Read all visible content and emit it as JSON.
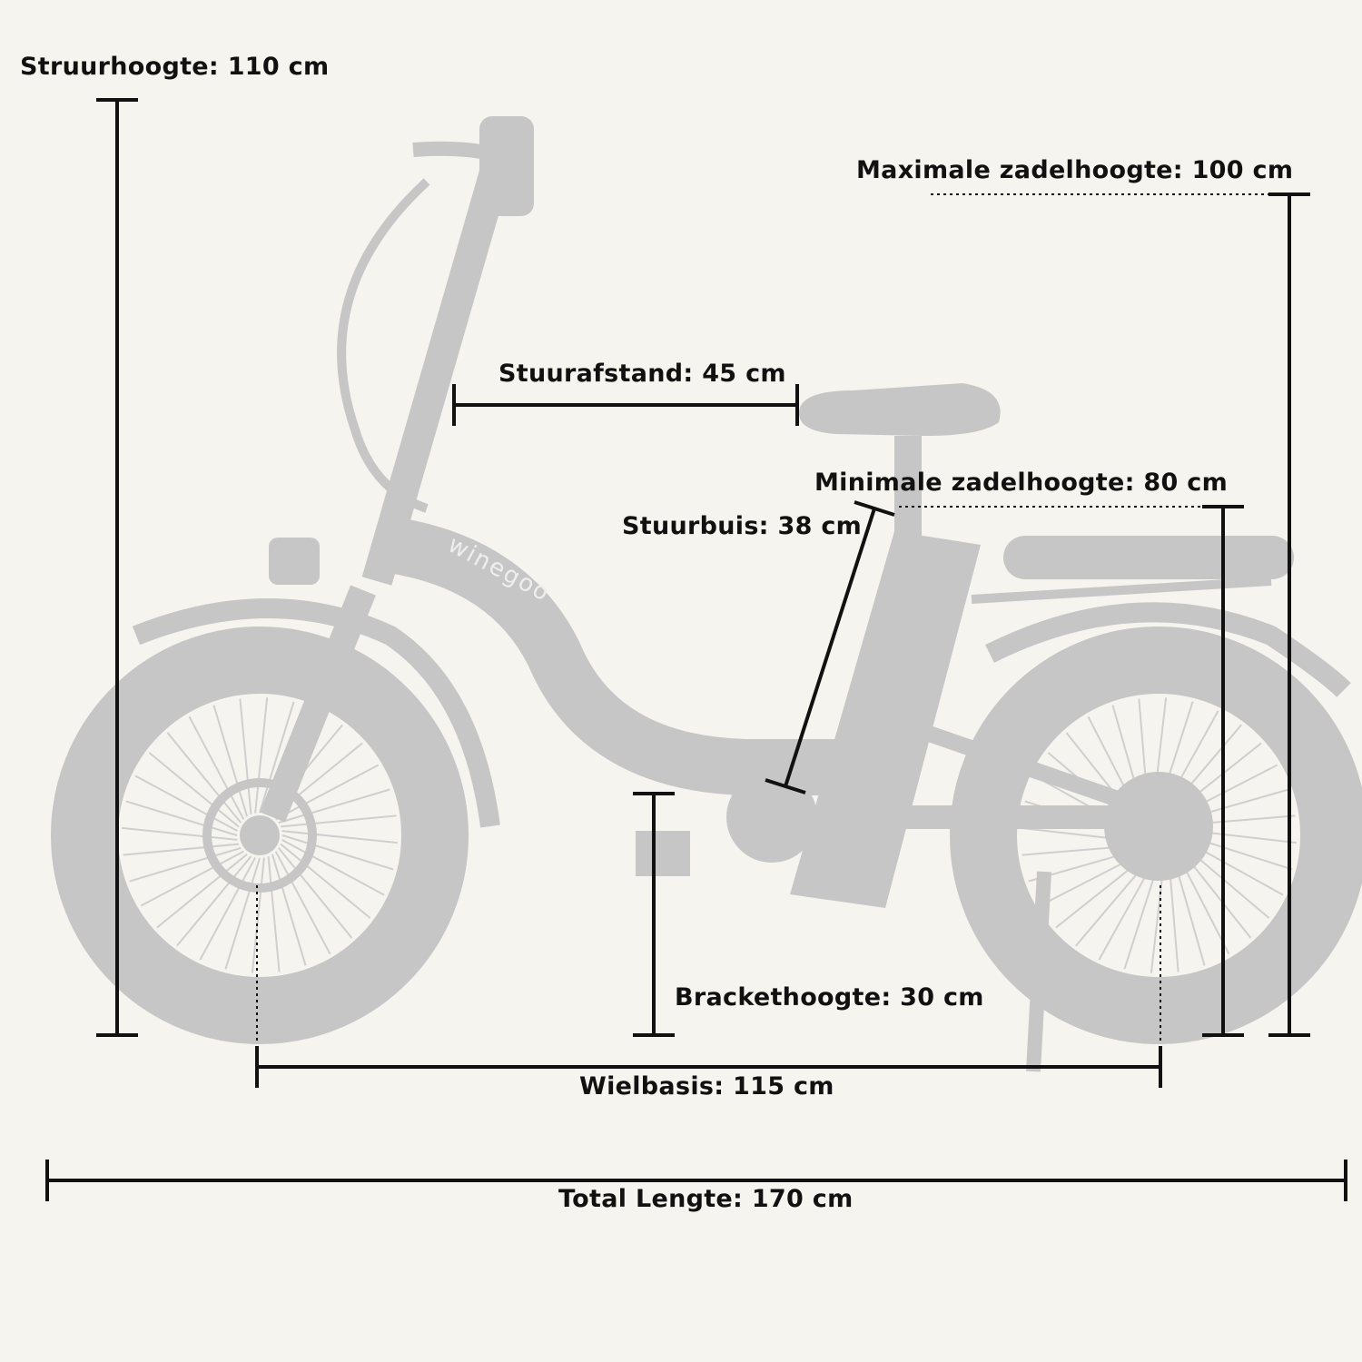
{
  "diagram": {
    "brand_text": "winegoo",
    "labels": {
      "handlebar_height": "Struurhoogte: 110 cm",
      "max_saddle_height": "Maximale zadelhoogte: 100 cm",
      "reach": "Stuurafstand: 45 cm",
      "min_saddle_height": "Minimale zadelhoogte: 80 cm",
      "seat_tube": "Stuurbuis: 38 cm",
      "bracket_height": "Brackethoogte: 30 cm",
      "wheelbase": "Wielbasis: 115 cm",
      "total_length": "Total Lengte: 170 cm"
    },
    "colors": {
      "background": "#f6f4ef",
      "bike_silhouette": "#c6c6c6",
      "dimension_lines": "#111111"
    }
  }
}
